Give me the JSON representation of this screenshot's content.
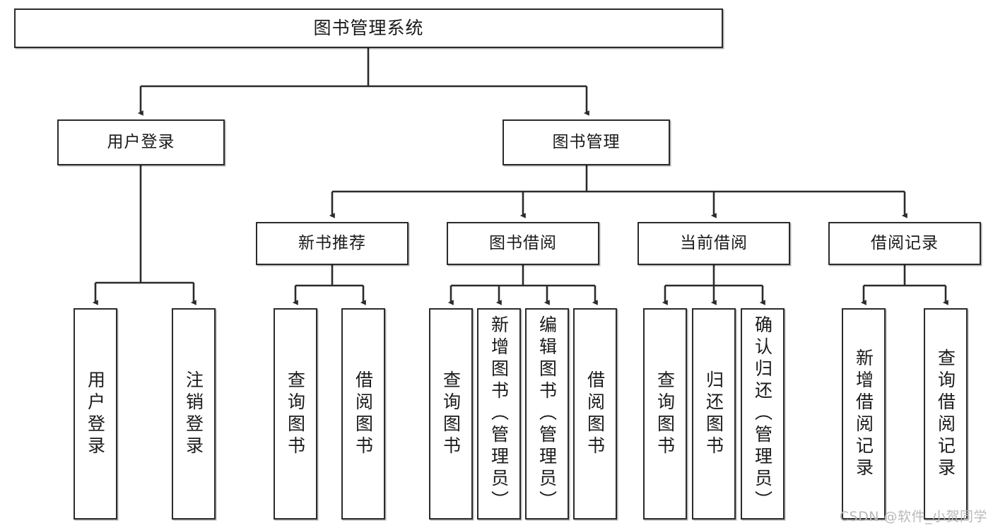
{
  "diagram": {
    "title": "图书管理系统",
    "watermark": "CSDN @软件_小贺同学",
    "line_color": "#2b2b2b",
    "box_fill": "#ffffff",
    "text_color": "#1a1a1a",
    "watermark_color": "#b9b9b9",
    "type": "tree-hierarchy",
    "levels": 4
  },
  "nodes": {
    "root": {
      "label": "图书管理系统"
    },
    "level2": [
      {
        "label": "用户登录"
      },
      {
        "label": "图书管理"
      }
    ],
    "level3": [
      {
        "label": "新书推荐"
      },
      {
        "label": "图书借阅"
      },
      {
        "label": "当前借阅"
      },
      {
        "label": "借阅记录"
      }
    ],
    "leaves": {
      "user_login": [
        {
          "label": "用户登录"
        },
        {
          "label": "注销登录"
        }
      ],
      "new_book_recommend": [
        {
          "label": "查询图书"
        },
        {
          "label": "借阅图书"
        }
      ],
      "book_borrow": [
        {
          "label": "查询图书"
        },
        {
          "label": "新增图书（管理员）"
        },
        {
          "label": "编辑图书（管理员）"
        },
        {
          "label": "借阅图书"
        }
      ],
      "current_borrow": [
        {
          "label": "查询图书"
        },
        {
          "label": "归还图书"
        },
        {
          "label": "确认归还（管理员）"
        }
      ],
      "borrow_records": [
        {
          "label": "新增借阅记录"
        },
        {
          "label": "查询借阅记录"
        }
      ]
    }
  }
}
